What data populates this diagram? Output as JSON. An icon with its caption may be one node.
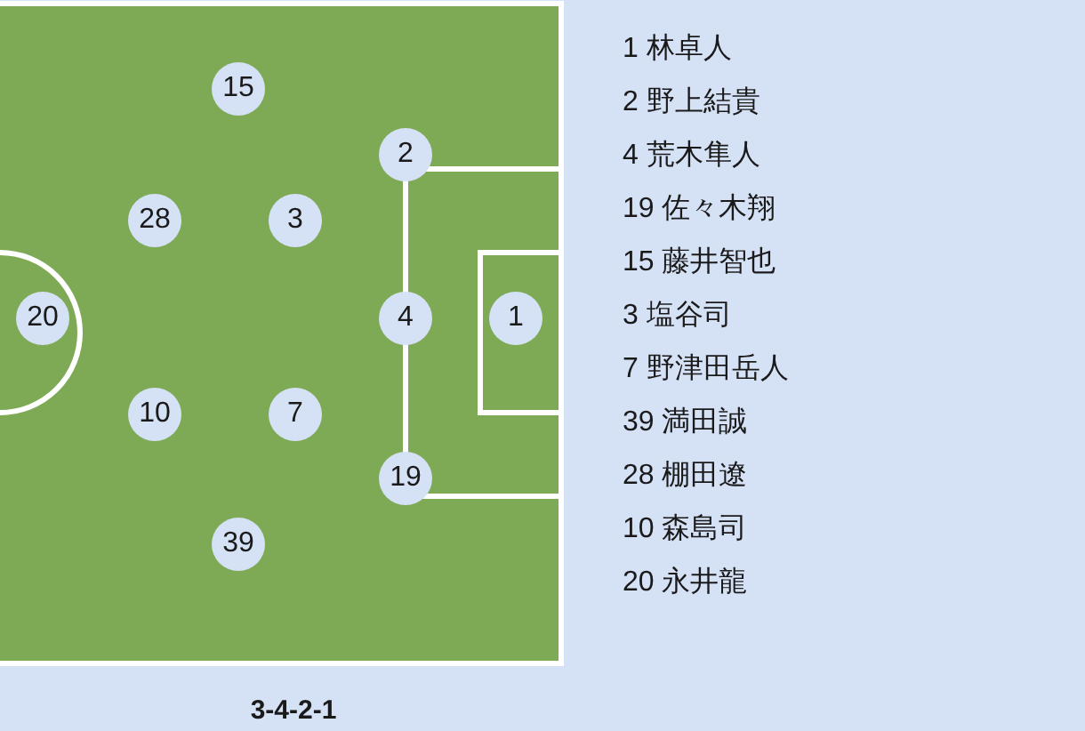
{
  "diagram": {
    "caption": "3-4-2-1",
    "nodes": [
      {
        "text": [
          "15"
        ]
      },
      {
        "text": [
          "2"
        ]
      },
      {
        "text": [
          "28"
        ]
      },
      {
        "text": [
          "3"
        ]
      },
      {
        "text": [
          "20"
        ]
      },
      {
        "text": [
          "4"
        ]
      },
      {
        "text": [
          "1"
        ]
      },
      {
        "text": [
          "10"
        ]
      },
      {
        "text": [
          "7"
        ]
      },
      {
        "text": [
          "19"
        ]
      },
      {
        "text": [
          "39"
        ]
      }
    ],
    "labels": [
      "1 林卓人",
      "2 野上結貴",
      "4 荒木隼人",
      "19 佐々木翔",
      "15 藤井智也",
      "3 塩谷司",
      "7 野津田岳人",
      "39 満田誠",
      "28 棚田遼",
      "10 森島司",
      "20 永井龍"
    ]
  }
}
